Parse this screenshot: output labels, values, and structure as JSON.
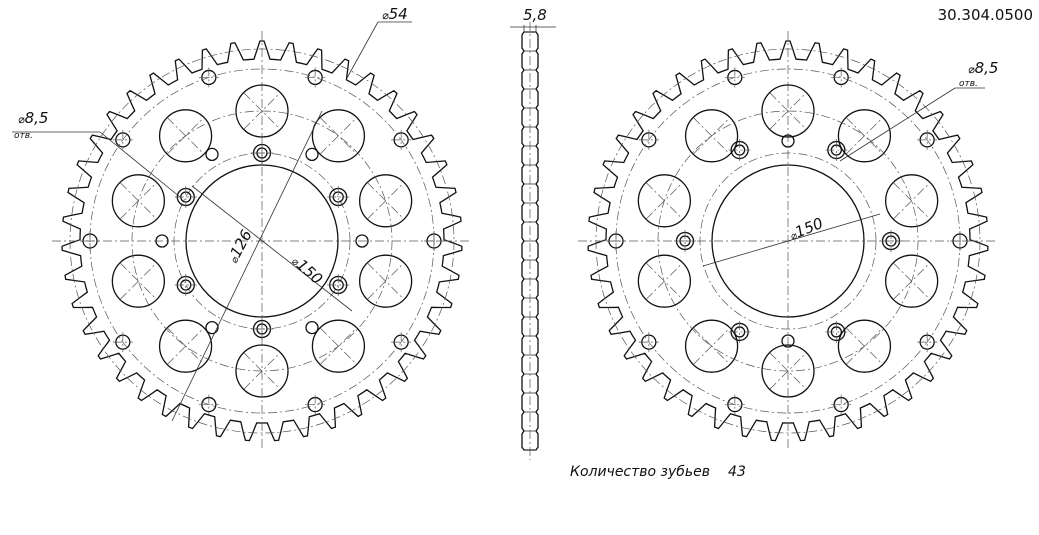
{
  "part_number": "30.304.0500",
  "teeth_count_label": "Количество зубьев",
  "teeth_count": "43",
  "left_view": {
    "dim_bolt_hole": "8,5",
    "dim_bolt_hole_note": "отв.",
    "dim_lightening_hole": "54",
    "dim_pcd_inner": "126",
    "dim_bore": "150"
  },
  "side_view": {
    "dim_thickness": "5,8"
  },
  "right_view": {
    "dim_bolt_hole": "8,5",
    "dim_bolt_hole_note": "отв.",
    "dim_bore": "150"
  },
  "diameter_symbol": "⌀"
}
